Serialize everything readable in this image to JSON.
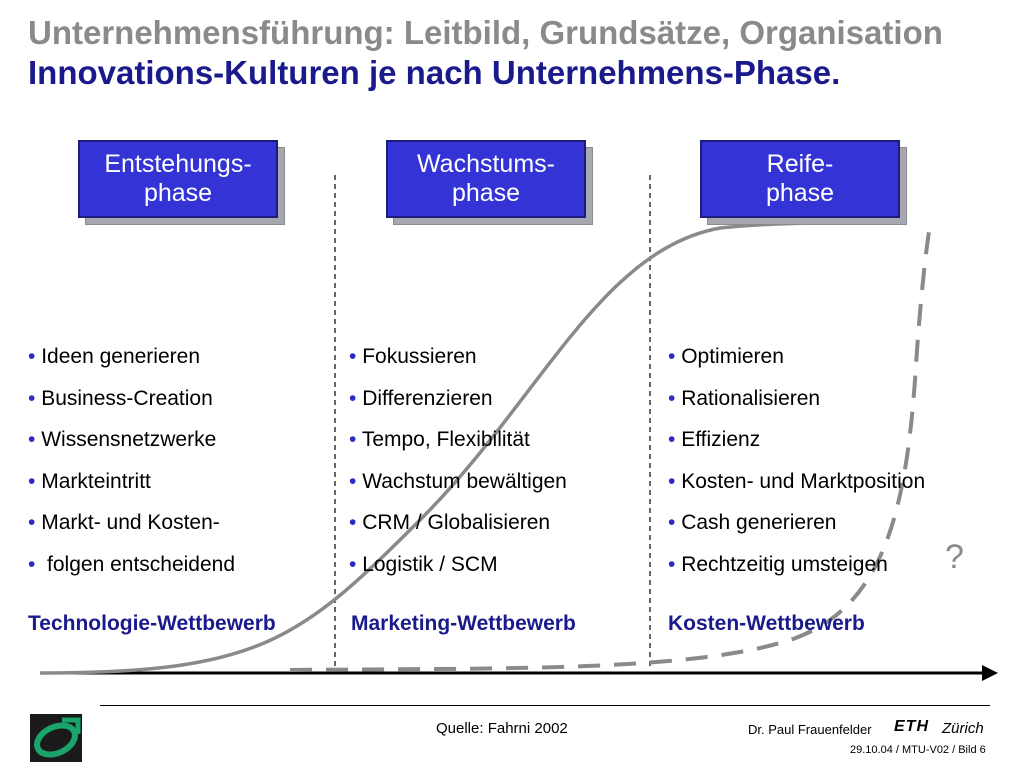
{
  "header": {
    "title": "Unternehmensführung: Leitbild, Grundsätze, Organisation",
    "subtitle": "Innovations-Kulturen je nach Unternehmens-Phase."
  },
  "phases": [
    {
      "line1": "Entstehungs-",
      "line2": "phase",
      "bullets": [
        "Ideen generieren",
        "Business-Creation",
        "Wissensnetzwerke",
        "Markteintritt",
        "Markt- und Kosten-",
        " folgen entscheidend"
      ],
      "competition": "Technologie-Wettbewerb"
    },
    {
      "line1": "Wachstums-",
      "line2": "phase",
      "bullets": [
        "Fokussieren",
        "Differenzieren",
        "Tempo, Flexibilität",
        "Wachstum bewältigen",
        "CRM / Globalisieren",
        "Logistik / SCM"
      ],
      "competition": "Marketing-Wettbewerb"
    },
    {
      "line1": "Reife-",
      "line2": "phase",
      "bullets": [
        "Optimieren",
        "Rationalisieren",
        "Effizienz",
        "Kosten- und Marktposition",
        "Cash generieren",
        "Rechtzeitig umsteigen"
      ],
      "competition": "Kosten-Wettbewerb"
    }
  ],
  "question_mark": "?",
  "bullet_char": "•",
  "footer": {
    "source": "Quelle: Fahrni 2002",
    "author": "Dr. Paul Frauenfelder",
    "eth": "ETH",
    "zurich": "Zürich",
    "slide_info": "29.10.04 / MTU-V02 / Bild 6"
  },
  "colors": {
    "title_gray": "#8a8a8a",
    "title_blue": "#1a1a8c",
    "box_blue": "#3333d6",
    "curve_gray": "#8a8a8a",
    "logo_green": "#1aa36a"
  }
}
